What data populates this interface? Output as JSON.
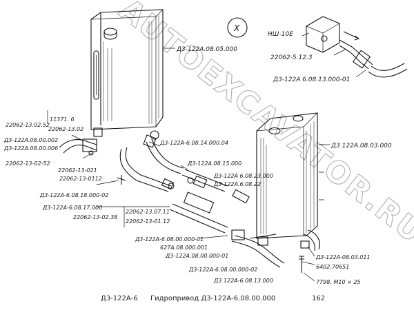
{
  "section_mark": "X",
  "watermark": "AUTOEXCAVATOR.RU",
  "labels": {
    "tank_top": "Д3-122А.08.05.000",
    "tank_right": "Д3 122А.08.03.000",
    "nsh": "НШ-10Е",
    "fitting_5123": "22062-5.12.3",
    "hose_top": "Д3-122А 6.08.13.000-01",
    "n11371": "11371. 6",
    "n0252": "22062-13.02.52",
    "n02": "22062-13.02",
    "dz000002": "Д3-122А.08.00.002",
    "dz000006": "Д3-122А.08.00.006",
    "n0252b": "22062-13-02-52",
    "n021": "22062-13-021",
    "n0112": "22062-13-0112",
    "pipe14": "Д3-122А-6.08.14.000.04",
    "pipe15": "Д3-122А.08.15.000",
    "dz0601": "Д3-122А 6.08.23.000",
    "dz0602": "Д3-122А.6.08.22",
    "pipe18": "Д3-122А-6.08.18.000-02",
    "pipe17": "Д3-122А-6.08.17.000",
    "n0711": "22062-13.07.11",
    "n0112b": "22062-13-01.12",
    "n0238": "22062-13-02.38",
    "tube_a": "Д3-122А-6.08.00.000-01",
    "n627": "627А.08.000.001",
    "tube_b": "Д3-122А.08.00.000-01",
    "tube_c": "Д3-122А-6.08.00.000-02",
    "pipe13": "Д3 122А-6.08.13.000",
    "n03011": "Д3-122А-08.03.011",
    "n06451": "6402.70651",
    "bolt": "7798. М10 × 25"
  },
  "caption": {
    "model": "Д3-122А-6",
    "title": "Гидропривод  Д3-122А-6.08.00.000",
    "page": "162"
  }
}
